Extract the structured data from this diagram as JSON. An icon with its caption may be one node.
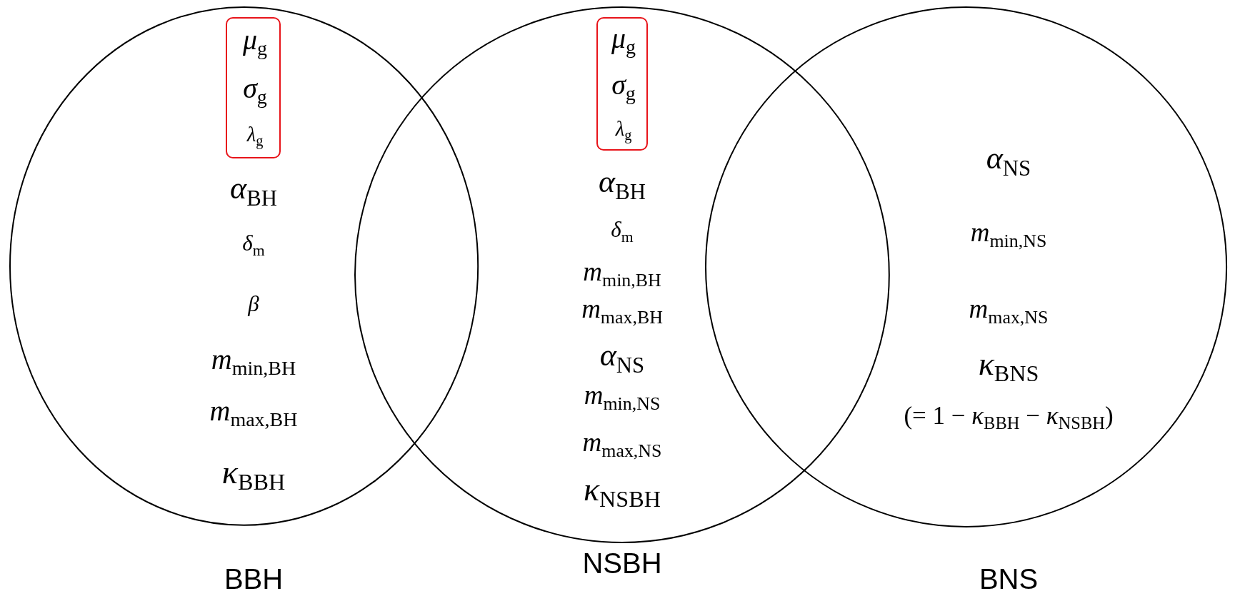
{
  "diagram": {
    "nodes": [
      {
        "text": [
          "*α*$_{BH}$",
          "*δ*$_{m}$",
          "*β*",
          "*m*$_{min,BH}$",
          "*m*$_{max,BH}$",
          "*κ*$_{BBH}$",
          "BBH"
        ]
      },
      {
        "text": [
          "*μ*$_{g}$",
          "*σ*$_{g}$",
          "*λ*$_{g}$"
        ],
        "in": 0
      },
      {
        "text": [
          "*α*$_{BH}$",
          "*δ*$_{m}$",
          "*m*$_{min,BH}$",
          "*m*$_{max,BH}$",
          "*α*$_{NS}$",
          "*m*$_{min,NS}$",
          "*m*$_{max,NS}$",
          "*κ*$_{NSBH}$",
          "NSBH"
        ]
      },
      {
        "text": [
          "*μ*$_{g}$",
          "*σ*$_{g}$",
          "*λ*$_{g}$"
        ],
        "in": 2
      },
      {
        "text": [
          "*α*$_{NS}$",
          "*m*$_{min,NS}$",
          "*m*$_{max,NS}$",
          "*κ*$_{BNS}$",
          "(= 1 − *κ*$_{BBH}$ − *κ*$_{NSBH}$)",
          "BNS"
        ]
      }
    ]
  }
}
